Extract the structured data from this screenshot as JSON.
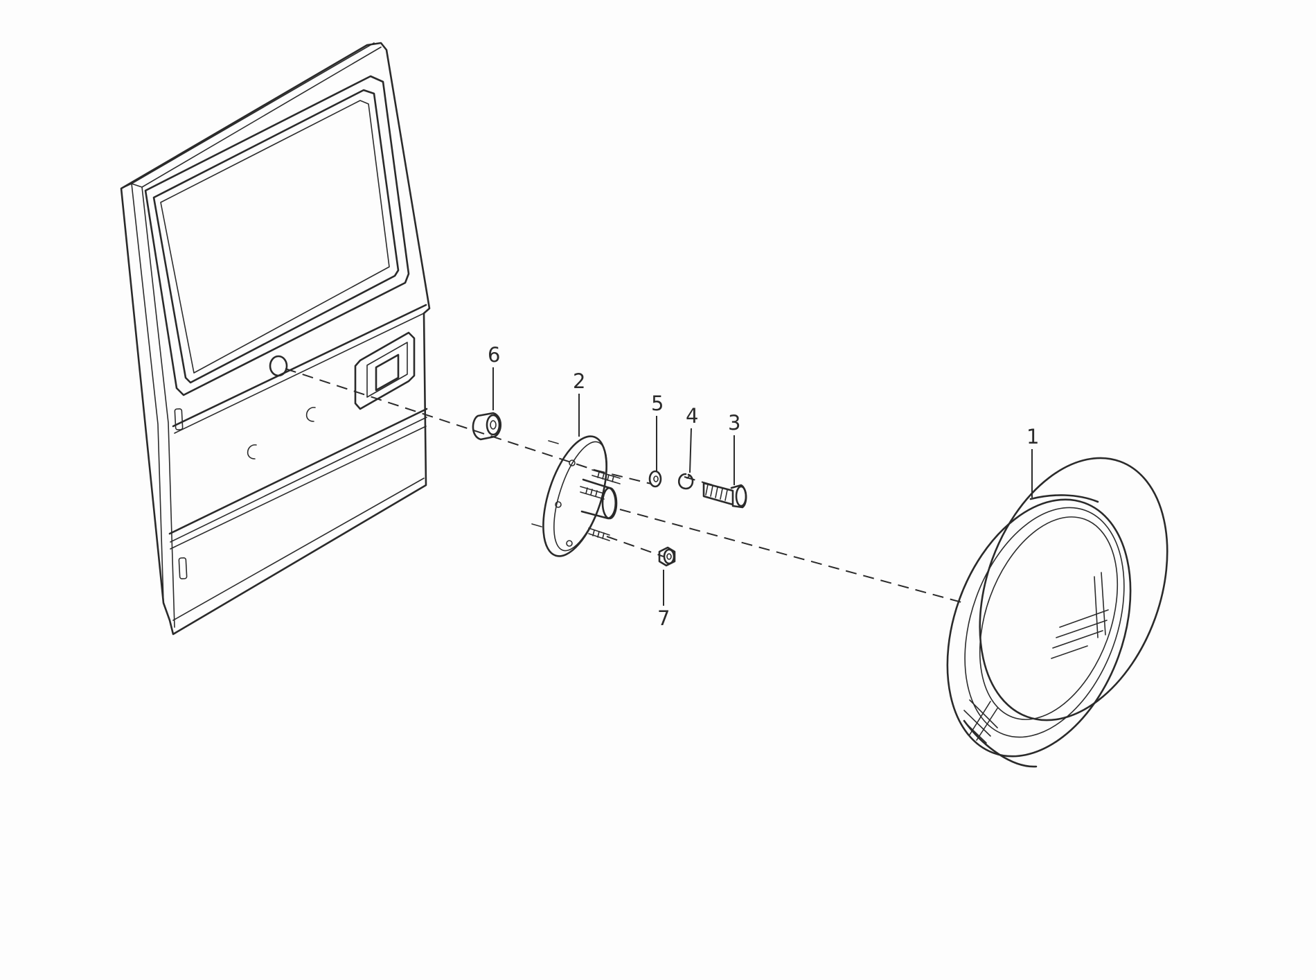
{
  "diagram": {
    "callouts": [
      {
        "id": "part-1",
        "label": "1",
        "part": "spare-wheel"
      },
      {
        "id": "part-2",
        "label": "2",
        "part": "wheel-carrier-bracket"
      },
      {
        "id": "part-3",
        "label": "3",
        "part": "bolt"
      },
      {
        "id": "part-4",
        "label": "4",
        "part": "spring-washer"
      },
      {
        "id": "part-5",
        "label": "5",
        "part": "washer"
      },
      {
        "id": "part-6",
        "label": "6",
        "part": "spacer"
      },
      {
        "id": "part-7",
        "label": "7",
        "part": "wheel-nut"
      }
    ]
  },
  "colors": {
    "line": "#2a2a2a",
    "paper": "#fdfdfd"
  }
}
